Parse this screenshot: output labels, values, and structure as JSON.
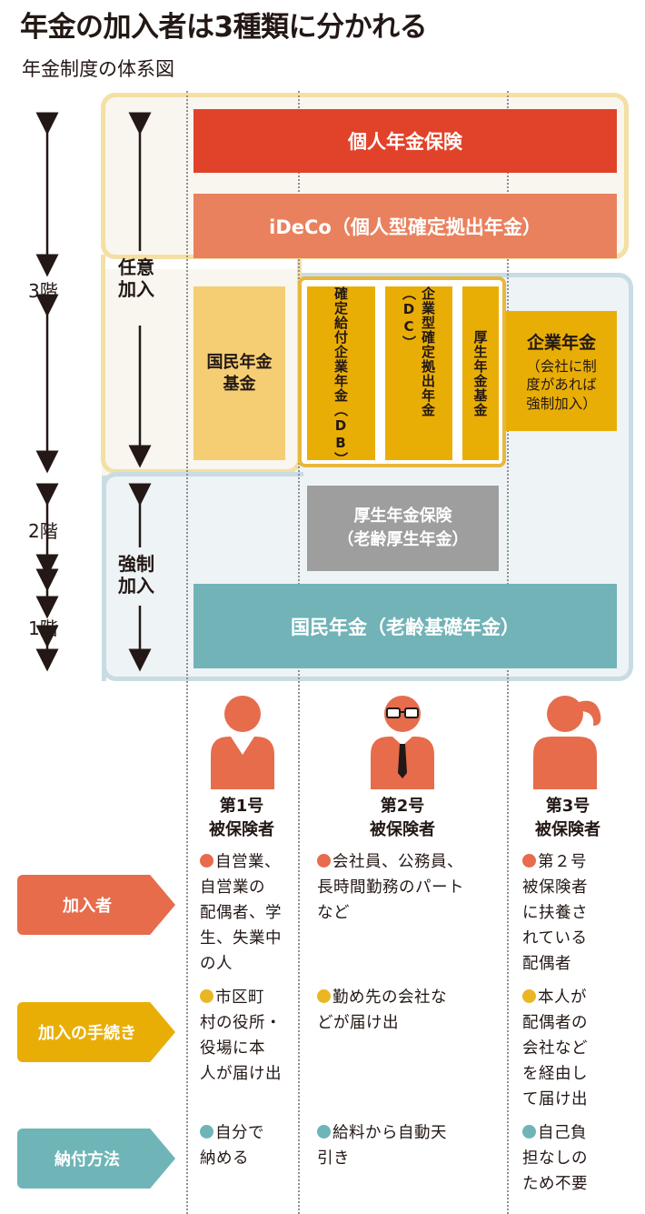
{
  "title": "年金の加入者は3種類に分かれる",
  "subtitle": "年金制度の体系図",
  "colors": {
    "red": "#e1432a",
    "salmon": "#e9815e",
    "light_yellow": "#f5ce74",
    "yellow": "#e9ae06",
    "gray": "#9e9e9e",
    "teal": "#71b3b7",
    "person": "#e66c4c"
  },
  "floors": {
    "third": "3階",
    "second": "2階",
    "first": "1階"
  },
  "zones": {
    "optional": "任意\n加入",
    "mandatory": "強制\n加入"
  },
  "bars": {
    "kojin": "個人年金保険",
    "ideco": "iDeCo（個人型確定拠出年金）",
    "kokumin_kikin": "国民年金\n基金",
    "db": "確定給付企業年金（DB）",
    "dc": "企業型確定拠出年金（DC）",
    "kosei_kikin": "厚生年金基金",
    "corp_pension_title": "企業年金",
    "corp_pension_note": "（会社に制\n度があれば\n強制加入）",
    "kosei_line1": "厚生年金保険",
    "kosei_line2": "（老齢厚生年金）",
    "kokumin": "国民年金（老齢基礎年金）"
  },
  "persons": [
    {
      "icon": "person-icon",
      "label": "第1号\n被保険者"
    },
    {
      "icon": "person-with-glasses-icon",
      "label": "第2号\n被保険者"
    },
    {
      "icon": "person-with-ponytail-icon",
      "label": "第3号\n被保険者"
    }
  ],
  "rows": {
    "members": "加入者",
    "procedure": "加入の手続き",
    "payment": "納付方法"
  },
  "cells": {
    "members": [
      "自営業、\n自営業の\n配偶者、学\n生、失業中\nの人",
      "会社員、公務員、\n長時間勤務のパート\nなど",
      "第２号\n被保険者\nに扶養さ\nれている\n配偶者"
    ],
    "procedure": [
      "市区町\n村の役所・\n役場に本\n人が届け出",
      "勤め先の会社な\nどが届け出",
      "本人が\n配偶者の\n会社など\nを経由し\nて届け出"
    ],
    "payment": [
      "自分で\n納める",
      "給料から自動天\n引き",
      "自己負\n担なしの\nため不要"
    ]
  }
}
